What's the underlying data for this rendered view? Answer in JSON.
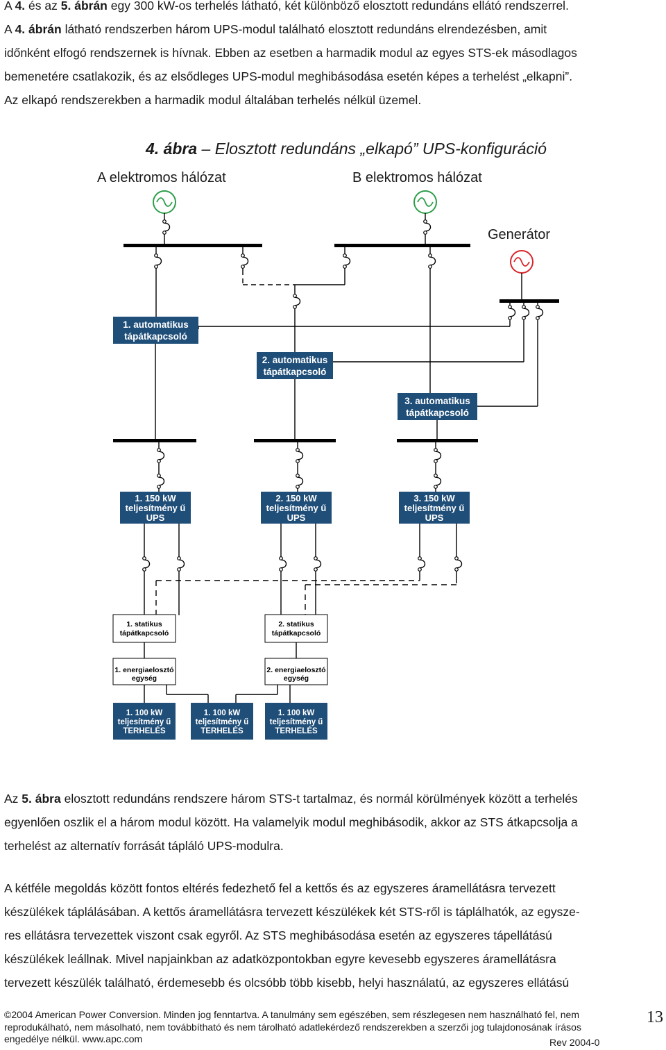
{
  "intro": {
    "line1_a": "A ",
    "line1_b": "4.",
    "line1_c": " és az ",
    "line1_d": "5. ábrán",
    "line1_e": " egy 300 kW-os terhelés látható, két különböző elosztott redundáns ellátó rendszerrel.",
    "line2_a": "A ",
    "line2_b": "4. ábrán",
    "line2_c": " látható rendszerben három UPS-modul található elosztott redundáns elrendezésben, amit",
    "line3": "időnként elfogó rendszernek is hívnak. Ebben az esetben a harmadik modul az egyes STS-ek másodlagos",
    "line4": "bemenetére csatlakozik, és az elsődleges UPS-modul meghibásodása esetén képes a terhelést „elkapni”.",
    "line5": "Az elkapó rendszerekben a harmadik modul általában terhelés nélkül üzemel."
  },
  "figure": {
    "title_num": "4. ábra",
    "title_text": "Elosztott redundáns „elkapó” UPS-konfiguráció",
    "grid_a": "A elektromos hálózat",
    "grid_b": "B elektromos hálózat",
    "generator": "Generátor",
    "ats1_l1": "1. automatikus",
    "ats1_l2": "tápátkapcsoló",
    "ats2_l1": "2. automatikus",
    "ats2_l2": "tápátkapcsoló",
    "ats3_l1": "3. automatikus",
    "ats3_l2": "tápátkapcsoló",
    "ups1_l1": "1. 150 kW",
    "ups1_l2": "teljesítmény ű",
    "ups1_l3": "UPS",
    "ups2_l1": "2. 150 kW",
    "ups2_l2": "teljesítmény ű",
    "ups2_l3": "UPS",
    "ups3_l1": "3. 150 kW",
    "ups3_l2": "teljesítmény ű",
    "ups3_l3": "UPS",
    "sts1_l1": "1. statikus",
    "sts1_l2": "tápátkapcsoló",
    "sts2_l1": "2. statikus",
    "sts2_l2": "tápátkapcsoló",
    "pdu1_l1": "1. energiaelosztó",
    "pdu1_l2": "egység",
    "pdu2_l1": "2. energiaelosztó",
    "pdu2_l2": "egység",
    "load1_l1": "1. 100 kW",
    "load1_l2": "teljesítmény ű",
    "load1_l3": "TERHELÉS",
    "load2_l1": "1. 100 kW",
    "load2_l2": "teljesítmény ű",
    "load2_l3": "TERHELÉS",
    "load3_l1": "1. 100 kW",
    "load3_l2": "teljesítmény ű",
    "load3_l3": "TERHELÉS",
    "box_color": "#1f4e79",
    "generator_color": "#d9262c",
    "grid_symbol_color": "#2e9e4a"
  },
  "body2": {
    "p1_a": "Az ",
    "p1_b": "5. ábra",
    "p1_c": " elosztott redundáns rendszere három STS-t tartalmaz, és normál körülmények között a terhelés",
    "p1_l2": "egyenlően oszlik el a három modul között. Ha valamelyik modul meghibásodik, akkor az STS átkapcsolja a",
    "p1_l3": "terhelést az alternatív forrását tápláló UPS-modulra.",
    "p2_l1": "A kétféle megoldás között fontos eltérés fedezhető fel a kettős és az egyszeres áramellátásra tervezett",
    "p2_l2": "készülékek táplálásában. A kettős áramellátásra tervezett készülékek két STS-ről is táplálhatók, az egysze-",
    "p2_l3": "res ellátásra tervezettek viszont csak egyről. Az STS meghibásodása esetén az egyszeres tápellátású",
    "p2_l4": "készülékek leállnak. Mivel napjainkban az adatközpontokban egyre kevesebb egyszeres áramellátásra",
    "p2_l5": "tervezett készülék található, érdemesebb és olcsóbb több kisebb, helyi használatú, az egyszeres ellátású"
  },
  "footer": {
    "line1": "©2004 American Power Conversion. Minden jog fenntartva. A tanulmány sem egészében, sem részlegesen nem használható fel, nem",
    "line2": "reprodukálható, nem másolható, nem továbbítható és nem tárolható adatlekérdező rendszerekben a szerzői jog tulajdonosának írásos",
    "line3": "engedélye nélkül. www.apc.com",
    "rev": "Rev 2004-0",
    "page": "13"
  }
}
